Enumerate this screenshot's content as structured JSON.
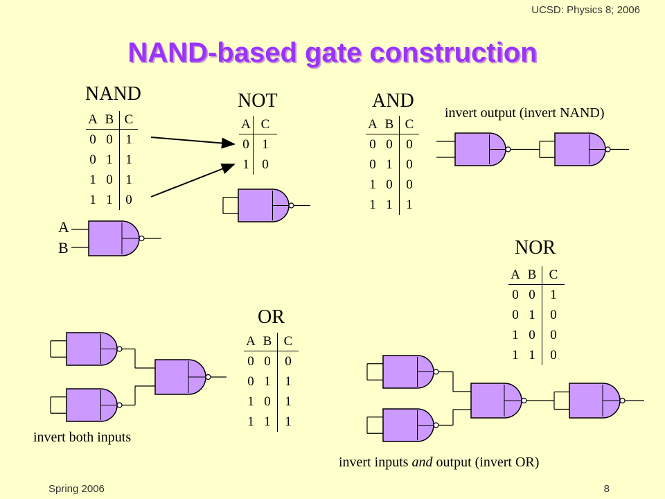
{
  "header": "UCSD: Physics 8; 2006",
  "title": "NAND-based gate construction",
  "footer_left": "Spring 2006",
  "page_number": "8",
  "colors": {
    "title": "#9933ff",
    "gate_fill": "#cc99ff",
    "background": "#ffffcc"
  },
  "nand": {
    "title": "NAND",
    "header": [
      "A",
      "B",
      "C"
    ],
    "rows": [
      [
        "0",
        "0",
        "1"
      ],
      [
        "0",
        "1",
        "1"
      ],
      [
        "1",
        "0",
        "1"
      ],
      [
        "1",
        "1",
        "0"
      ]
    ],
    "input_a": "A",
    "input_b": "B"
  },
  "not": {
    "title": "NOT",
    "header": [
      "A",
      "C"
    ],
    "rows": [
      [
        "0",
        "1"
      ],
      [
        "1",
        "0"
      ]
    ]
  },
  "and": {
    "title": "AND",
    "header": [
      "A",
      "B",
      "C"
    ],
    "rows": [
      [
        "0",
        "0",
        "0"
      ],
      [
        "0",
        "1",
        "0"
      ],
      [
        "1",
        "0",
        "0"
      ],
      [
        "1",
        "1",
        "1"
      ]
    ],
    "caption": "invert output (invert NAND)"
  },
  "or": {
    "title": "OR",
    "header": [
      "A",
      "B",
      "C"
    ],
    "rows": [
      [
        "0",
        "0",
        "0"
      ],
      [
        "0",
        "1",
        "1"
      ],
      [
        "1",
        "0",
        "1"
      ],
      [
        "1",
        "1",
        "1"
      ]
    ],
    "caption": "invert both inputs"
  },
  "nor": {
    "title": "NOR",
    "header": [
      "A",
      "B",
      "C"
    ],
    "rows": [
      [
        "0",
        "0",
        "1"
      ],
      [
        "0",
        "1",
        "0"
      ],
      [
        "1",
        "0",
        "0"
      ],
      [
        "1",
        "1",
        "0"
      ]
    ],
    "caption_pre": "invert inputs ",
    "caption_em": "and",
    "caption_post": " output (invert OR)"
  }
}
